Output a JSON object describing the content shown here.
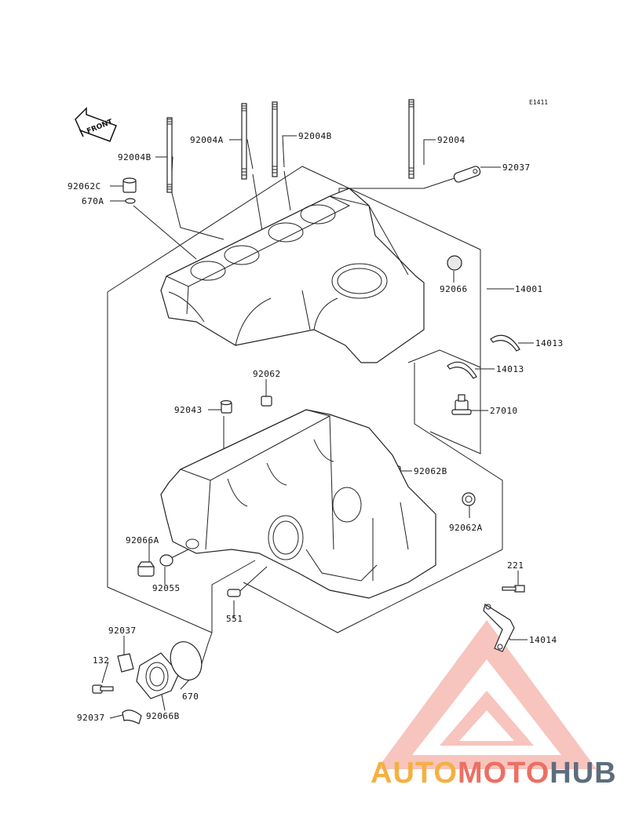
{
  "diagram_code": "E1411",
  "front_label": "FRONT",
  "parts": {
    "p92004B_a": "92004B",
    "p92004A": "92004A",
    "p92004B_b": "92004B",
    "p92004": "92004",
    "p92037_top": "92037",
    "p92062C": "92062C",
    "p670A": "670A",
    "p92066": "92066",
    "p14001": "14001",
    "p14013_a": "14013",
    "p14013_b": "14013",
    "p27010": "27010",
    "p92062": "92062",
    "p92043": "92043",
    "p92062B": "92062B",
    "p92062A": "92062A",
    "p92066A": "92066A",
    "p92055": "92055",
    "p551": "551",
    "p221": "221",
    "p14014": "14014",
    "p92037_mid": "92037",
    "p132": "132",
    "p670": "670",
    "p92037_bot": "92037",
    "p92066B": "92066B"
  },
  "watermark": {
    "part1": "AUTO",
    "part2": "MOTO",
    "part3": "HUB",
    "color1": "#f5b041",
    "color2": "#ec7063",
    "color3": "#5d6d7e",
    "logo_color": "#e74c3c"
  }
}
